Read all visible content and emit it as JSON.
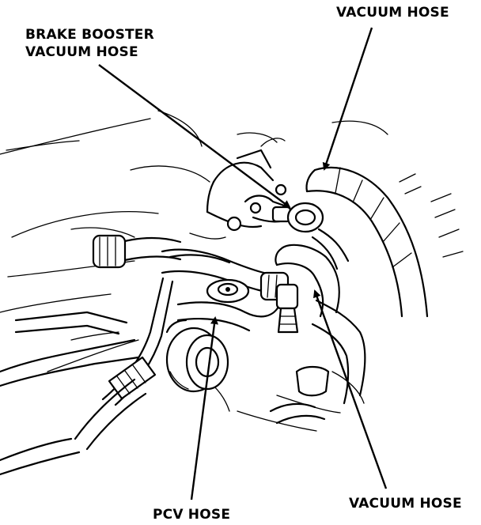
{
  "labels": {
    "vacuum_hose_top": "VACUUM HOSE",
    "brake_booster_line1": "BRAKE BOOSTER",
    "brake_booster_line2": "VACUUM HOSE",
    "pcv_hose": "PCV HOSE",
    "vacuum_hose_bottom": "VACUUM HOSE"
  }
}
